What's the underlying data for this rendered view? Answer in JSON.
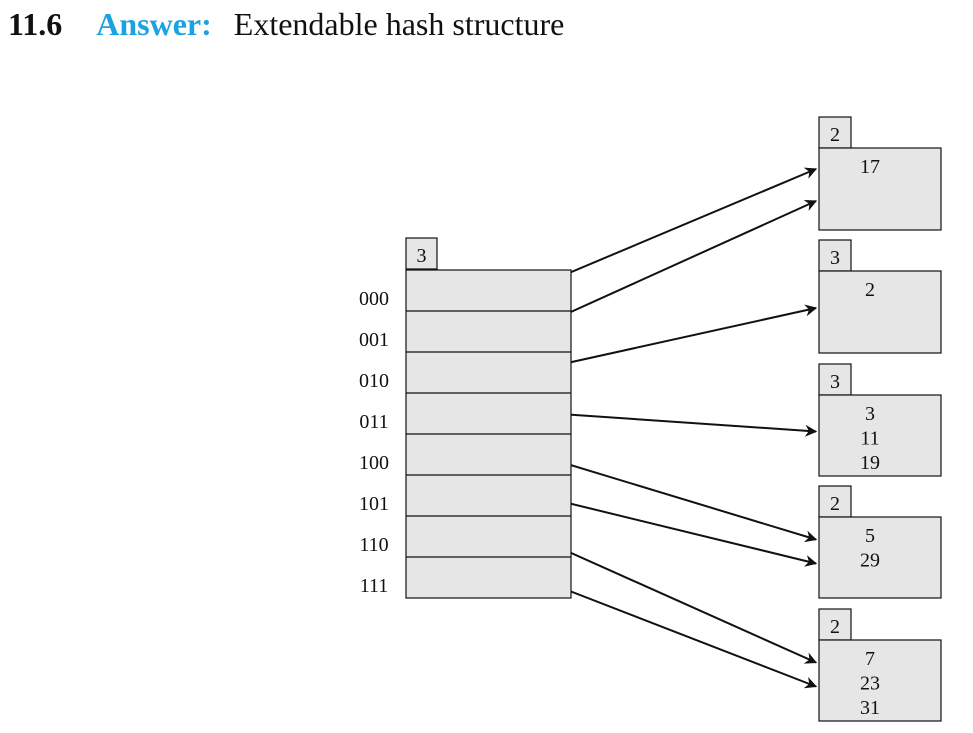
{
  "heading": {
    "section_number": "11.6",
    "label": "Answer:",
    "title": "Extendable hash structure"
  },
  "colors": {
    "accent": "#1aa3e0",
    "box_fill": "#e6e6e6",
    "stroke": "#111111"
  },
  "directory": {
    "global_depth": "3",
    "entries": [
      {
        "prefix": "000",
        "bucket": 0
      },
      {
        "prefix": "001",
        "bucket": 0
      },
      {
        "prefix": "010",
        "bucket": 1
      },
      {
        "prefix": "011",
        "bucket": 2
      },
      {
        "prefix": "100",
        "bucket": 3
      },
      {
        "prefix": "101",
        "bucket": 3
      },
      {
        "prefix": "110",
        "bucket": 4
      },
      {
        "prefix": "111",
        "bucket": 4
      }
    ]
  },
  "buckets": [
    {
      "local_depth": "2",
      "keys": [
        "17"
      ]
    },
    {
      "local_depth": "3",
      "keys": [
        "2"
      ]
    },
    {
      "local_depth": "3",
      "keys": [
        "3",
        "11",
        "19"
      ]
    },
    {
      "local_depth": "2",
      "keys": [
        "5",
        "29"
      ]
    },
    {
      "local_depth": "2",
      "keys": [
        "7",
        "23",
        "31"
      ]
    }
  ]
}
